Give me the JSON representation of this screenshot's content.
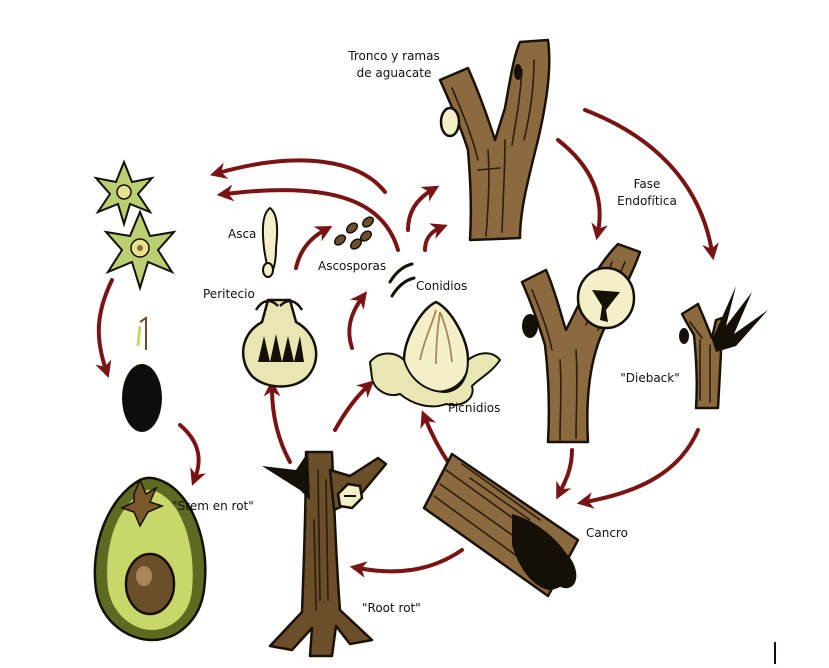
{
  "diagram": {
    "colors": {
      "arrow": "#7a1414",
      "bark": "#8a6a3e",
      "bark_dark": "#6b4e2a",
      "outline": "#141008",
      "cream": "#f3efc8",
      "avocado_flesh": "#c8d66a",
      "avocado_skin": "#5d6b22",
      "flower": "#b9cf72"
    },
    "labels": {
      "host": [
        "Tronco y ramas",
        "de aguacate"
      ],
      "endophytic": [
        "Fase",
        "Endofítica"
      ],
      "dieback": "\"Dieback\"",
      "canker": "Cancro",
      "root_rot": "\"Root rot\"",
      "stem_end_rot": "\"Stem en rot\"",
      "perithecium": "Peritecio",
      "ascus": "Asca",
      "ascospores": "Ascosporas",
      "conidia": "Conidios",
      "pycnidia": "Picnidios"
    },
    "stages": [
      {
        "id": "host-trunk",
        "icon": "y-shaped-trunk-icon"
      },
      {
        "id": "endophytic-trunk",
        "icon": "trunk-with-lesion-icon"
      },
      {
        "id": "dieback-branch",
        "icon": "dead-branch-icon"
      },
      {
        "id": "canker-log",
        "icon": "cankered-log-icon"
      },
      {
        "id": "root-rot-tree",
        "icon": "dead-tree-icon"
      },
      {
        "id": "avocado-fruit",
        "icon": "halved-avocado-icon"
      },
      {
        "id": "infected-fruit",
        "icon": "dark-fruit-icon"
      },
      {
        "id": "flowers",
        "icon": "avocado-flower-icon"
      },
      {
        "id": "perithecium",
        "icon": "perithecium-icon"
      },
      {
        "id": "ascus",
        "icon": "ascus-icon"
      },
      {
        "id": "ascospores",
        "icon": "ascospores-icon"
      },
      {
        "id": "conidia",
        "icon": "conidia-icon"
      },
      {
        "id": "pycnidium",
        "icon": "pycnidium-icon"
      }
    ]
  }
}
